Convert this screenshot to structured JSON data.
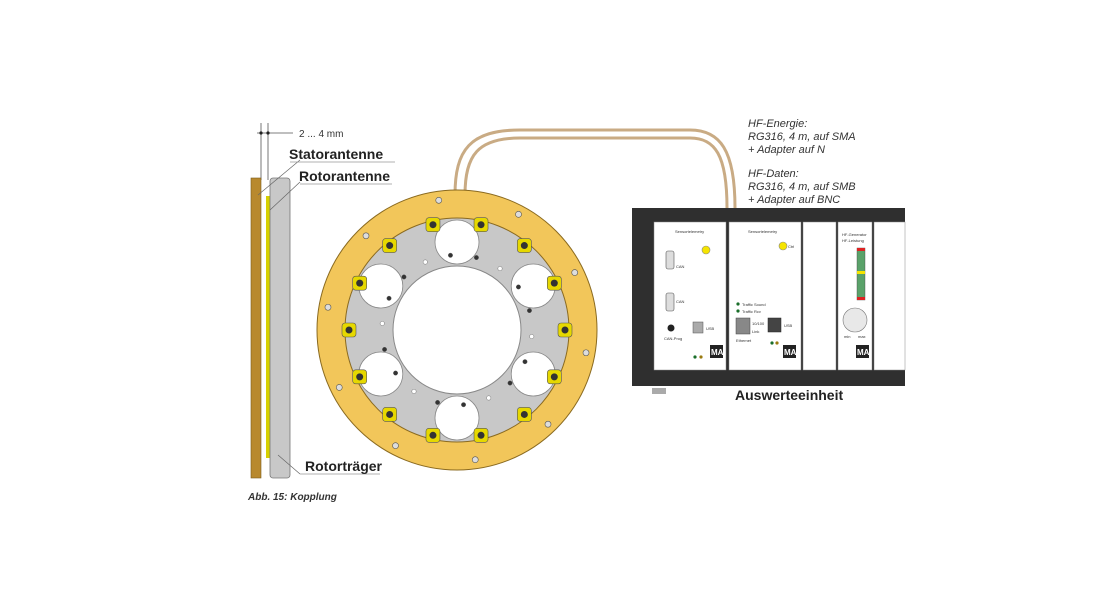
{
  "dimension": "2 ... 4 mm",
  "labels": {
    "stator": "Statorantenne",
    "rotor": "Rotorantenne",
    "carrier": "Rotorträger",
    "unit": "Auswerteeinheit"
  },
  "caption": "Abb. 15: Kopplung",
  "notes": {
    "energy": [
      "HF-Energie:",
      "RG316, 4 m, auf SMA",
      "+ Adapter auf N"
    ],
    "data": [
      "HF-Daten:",
      "RG316, 4 m, auf SMB",
      "+ Adapter auf BNC"
    ]
  },
  "panels": {
    "p1": {
      "title": "Sensortelemetry",
      "can1": "CAN",
      "can2": "CAN",
      "canprog": "CAN-Prog",
      "usb": "USB"
    },
    "p2": {
      "title": "Sensortelemetry",
      "ctrl": "Ctrl",
      "led1": "Traffic Sound",
      "led2": "Traffic Rcv",
      "speed": "10/100",
      "link": "Link",
      "eth": "Ethernet",
      "usb": "USB"
    },
    "p4": {
      "title1": "HF-Generator",
      "title2": "HF-Leistung",
      "min": "min",
      "max": "max"
    }
  },
  "colors": {
    "gold": "#f2c65a",
    "stator": "#b8892e",
    "gray": "#c8c8c8",
    "rack": "#2f2f2f",
    "cable": "#c9ab84"
  }
}
